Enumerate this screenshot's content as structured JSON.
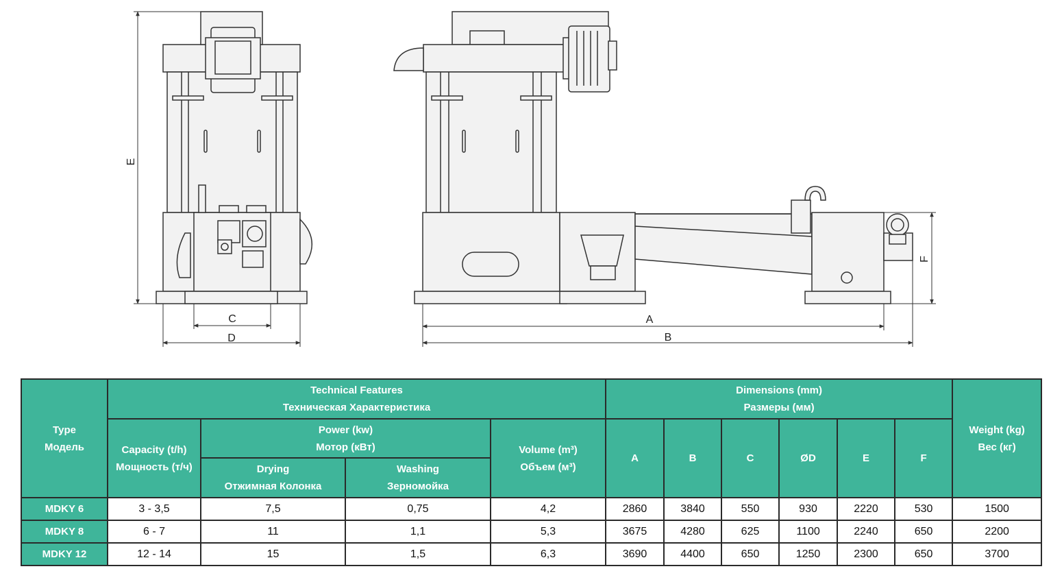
{
  "drawing": {
    "dimension_labels": {
      "a": "A",
      "b": "B",
      "c": "C",
      "d": "D",
      "e": "E",
      "f": "F"
    }
  },
  "table": {
    "header": {
      "type": [
        "Type",
        "Модель"
      ],
      "technical": [
        "Technical Features",
        "Техническая Характеристика"
      ],
      "dimensions": [
        "Dimensions (mm)",
        "Размеры (мм)"
      ],
      "weight": [
        "Weight (kg)",
        "Вес (кг)"
      ],
      "capacity": [
        "Capacity (t/h)",
        "Мощность (т/ч)"
      ],
      "power": [
        "Power (kw)",
        "Мотор (кВт)"
      ],
      "volume": [
        "Volume (m³)",
        "Объем (м³)"
      ],
      "drying": [
        "Drying",
        "Отжимная Колонка"
      ],
      "washing": [
        "Washing",
        "Зерномойка"
      ],
      "dim_cols": [
        "A",
        "B",
        "C",
        "ØD",
        "E",
        "F"
      ]
    },
    "rows": [
      {
        "type": "MDKY 6",
        "capacity": "3 - 3,5",
        "drying": "7,5",
        "washing": "0,75",
        "volume": "4,2",
        "dims": [
          "2860",
          "3840",
          "550",
          "930",
          "2220",
          "530"
        ],
        "weight": "1500"
      },
      {
        "type": "MDKY 8",
        "capacity": "6 - 7",
        "drying": "11",
        "washing": "1,1",
        "volume": "5,3",
        "dims": [
          "3675",
          "4280",
          "625",
          "1100",
          "2240",
          "650"
        ],
        "weight": "2200"
      },
      {
        "type": "MDKY 12",
        "capacity": "12 - 14",
        "drying": "15",
        "washing": "1,5",
        "volume": "6,3",
        "dims": [
          "3690",
          "4400",
          "650",
          "1250",
          "2300",
          "650"
        ],
        "weight": "3700"
      }
    ]
  }
}
